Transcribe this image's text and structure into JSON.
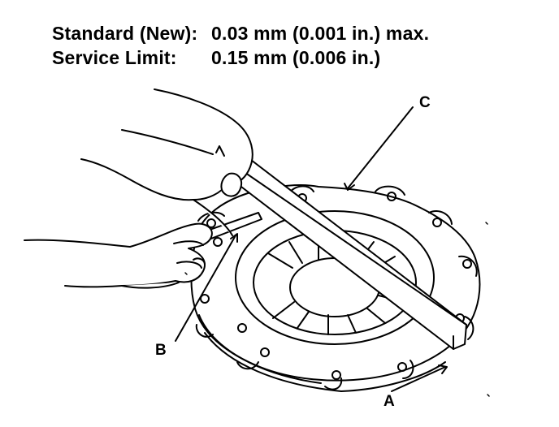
{
  "spec": {
    "standard_label": "Standard (New):",
    "standard_value": "0.03 mm (0.001 in.) max.",
    "limit_label": "Service Limit:",
    "limit_value": "0.15 mm (0.006 in.)"
  },
  "callouts": {
    "a": "A",
    "b": "B",
    "c": "C"
  }
}
